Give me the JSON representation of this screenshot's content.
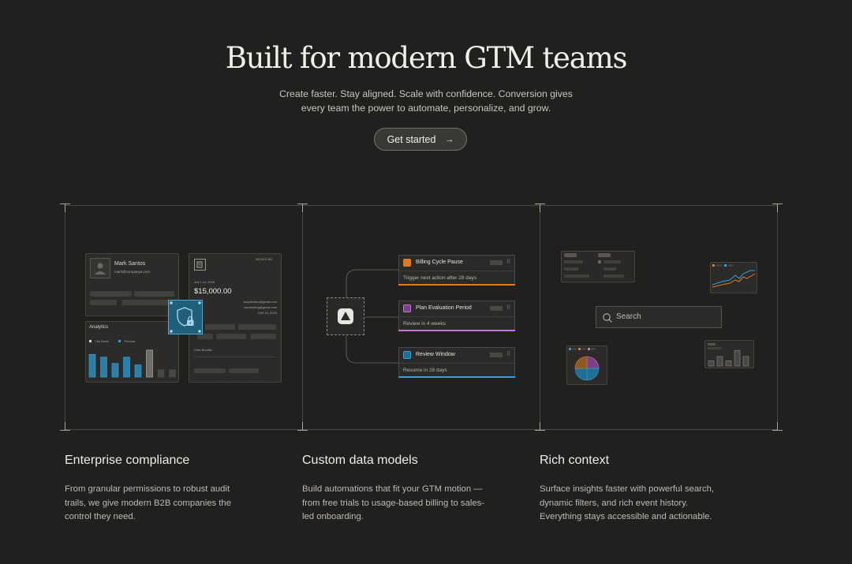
{
  "hero": {
    "title": "Built for modern GTM teams",
    "subtitle_line1": "Create faster. Stay aligned. Scale with confidence. Conversion gives",
    "subtitle_line2": "every team the power to automate, personalize, and grow.",
    "cta_label": "Get started",
    "cta_arrow": "→"
  },
  "features": [
    {
      "title": "Enterprise compliance",
      "description": "From granular permissions to robust audit trails, we give modern B2B companies the control they need."
    },
    {
      "title": "Custom data models",
      "description": "Build automations that fit your GTM motion — from free trials to usage-based billing to sales-led onboarding."
    },
    {
      "title": "Rich context",
      "description": "Surface insights faster with powerful search, dynamic filters, and rich event history. Everything stays accessible and actionable."
    }
  ],
  "compliance_illustration": {
    "contact_name": "Mark Santos",
    "contact_email": "mark@companya.com",
    "invoice_tag": "INVOICE 992",
    "invoice_date": "JULY 14, 2025",
    "invoice_amount": "$15,000.00",
    "invoice_email1": "aclydesdan@gmail.com",
    "invoice_email2": "accounting@gmail.com",
    "invoice_date2": "JUN 15, 2025",
    "invoice_note": "Other Benefits",
    "analytics_title": "Analytics",
    "legend_this_month": "This Month",
    "legend_previous": "Previous",
    "bar_values": [
      0.8,
      0.7,
      0.48,
      0.7,
      0.43,
      0.95,
      0.26,
      0.26
    ]
  },
  "automation_illustration": {
    "cards": [
      {
        "title": "Billing Cycle Pause",
        "subtitle": "Trigger next action after 28 days",
        "color": "#e07a1f"
      },
      {
        "title": "Plan Evaluation Period",
        "subtitle": "Review in 4 weeks",
        "color": "#c774d6"
      },
      {
        "title": "Review Window",
        "subtitle": "Resume in 28 days",
        "color": "#2aa3d6"
      }
    ]
  },
  "context_illustration": {
    "search_placeholder": "Search",
    "bar_values": [
      0.3,
      0.55,
      0.3,
      0.9,
      0.55
    ]
  },
  "colors": {
    "background": "#21201e",
    "accent_orange": "#e07a1f",
    "accent_purple": "#c774d6",
    "accent_blue": "#2aa3d6",
    "security_badge": "#1f5f7a"
  }
}
